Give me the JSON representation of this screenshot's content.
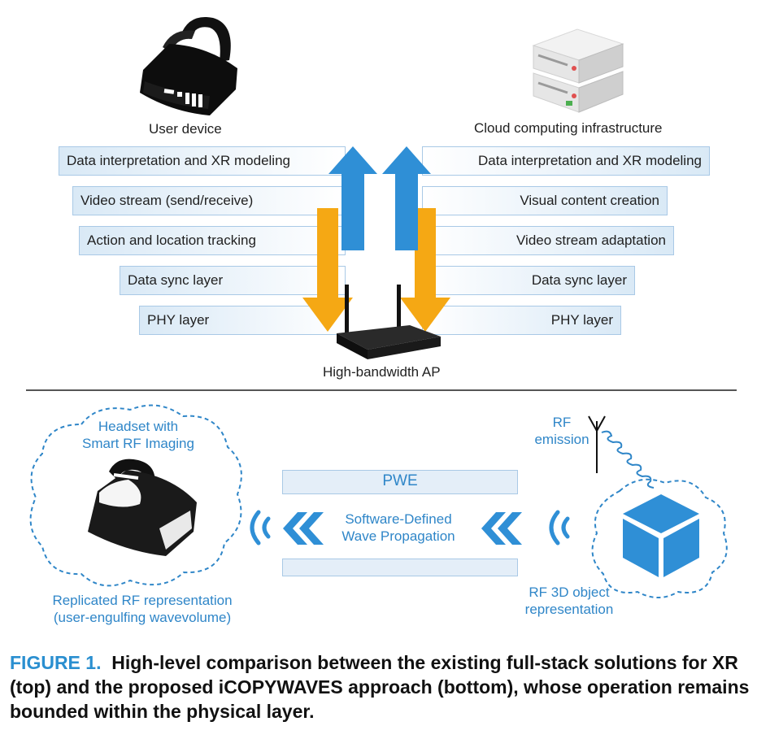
{
  "top": {
    "user_device_label": "User device",
    "cloud_label": "Cloud computing infrastructure",
    "ap_label": "High-bandwidth AP",
    "left_layers": [
      "Data interpretation and XR modeling",
      "Video stream (send/receive)",
      "Action and location tracking",
      "Data sync layer",
      "PHY layer"
    ],
    "right_layers": [
      "Data interpretation and XR modeling",
      "Visual content creation",
      "Video stream adaptation",
      "Data sync layer",
      "PHY layer"
    ]
  },
  "bottom": {
    "headset_label_line1": "Headset with",
    "headset_label_line2": "Smart RF Imaging",
    "replicated_line1": "Replicated RF representation",
    "replicated_line2": "(user-engulfing wavevolume)",
    "pwe_label": "PWE",
    "sdwp_line1": "Software-Defined",
    "sdwp_line2": "Wave Propagation",
    "rf_emission_line1": "RF",
    "rf_emission_line2": "emission",
    "rf3d_line1": "RF 3D object",
    "rf3d_line2": "representation"
  },
  "caption": {
    "figure_label": "FIGURE 1.",
    "text": "High-level comparison between the existing full-stack solutions for XR (top) and the proposed iCOPYWAVES approach (bottom), whose operation remains bounded within the physical layer."
  },
  "colors": {
    "arrow_blue": "#2f8fd6",
    "arrow_orange": "#f5a814",
    "text_blue": "#2f86c8",
    "layer_border": "#a9c9e6"
  }
}
